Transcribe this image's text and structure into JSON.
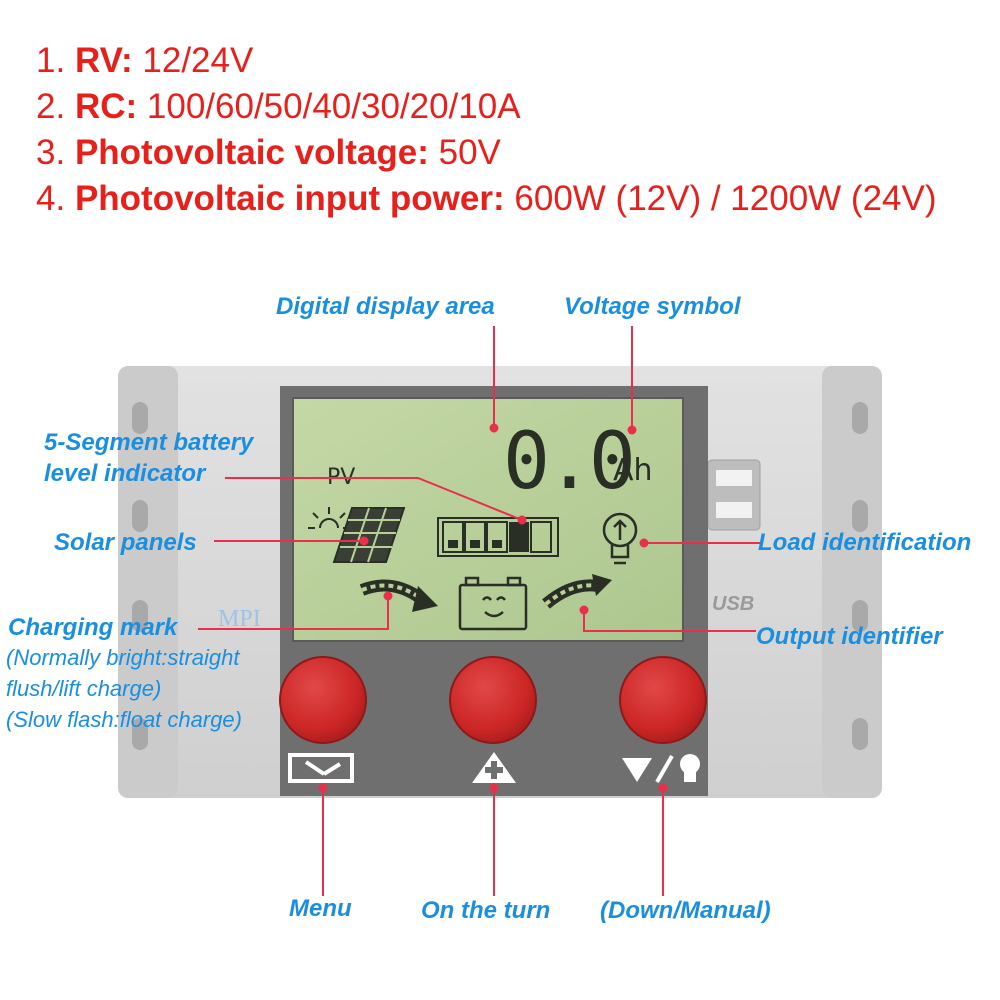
{
  "specs": [
    {
      "number": "1.",
      "label": "RV:",
      "value": "12/24V"
    },
    {
      "number": "2.",
      "label": "RC:",
      "value": "100/60/50/40/30/20/10A"
    },
    {
      "number": "3.",
      "label": "Photovoltaic voltage:",
      "value": "50V"
    },
    {
      "number": "4.",
      "label": "Photovoltaic input power:",
      "value": "600W (12V) / 1200W (24V)"
    }
  ],
  "lcd": {
    "pv_label": "PV",
    "reading": "0.0",
    "unit": "Ah",
    "battery_level_segments": 5
  },
  "device_marks": {
    "brand": "MPI",
    "usb_label": "USB"
  },
  "callouts": {
    "digital_display_area": "Digital display area",
    "voltage_symbol": "Voltage symbol",
    "battery_indicator_line1": "5-Segment battery",
    "battery_indicator_line2": "level indicator",
    "solar_panels": "Solar panels",
    "load_identification": "Load identification",
    "charging_mark": "Charging mark",
    "charging_note_line1": "(Normally bright:straight",
    "charging_note_line2": "flush/lift charge)",
    "charging_note_line3": "(Slow flash:float charge)",
    "output_identifier": "Output identifier",
    "menu": "Menu",
    "on_the_turn": "On the turn",
    "down_manual": "(Down/Manual)"
  },
  "colors": {
    "spec_text": "#e8201c",
    "callout_text": "#1a8fe0",
    "leader_line": "#e8304c",
    "lcd_background": "#b8cf98",
    "button_red": "#d42a2a",
    "panel_dark": "#6f6f6f",
    "case_gray": "#d4d4d4"
  }
}
